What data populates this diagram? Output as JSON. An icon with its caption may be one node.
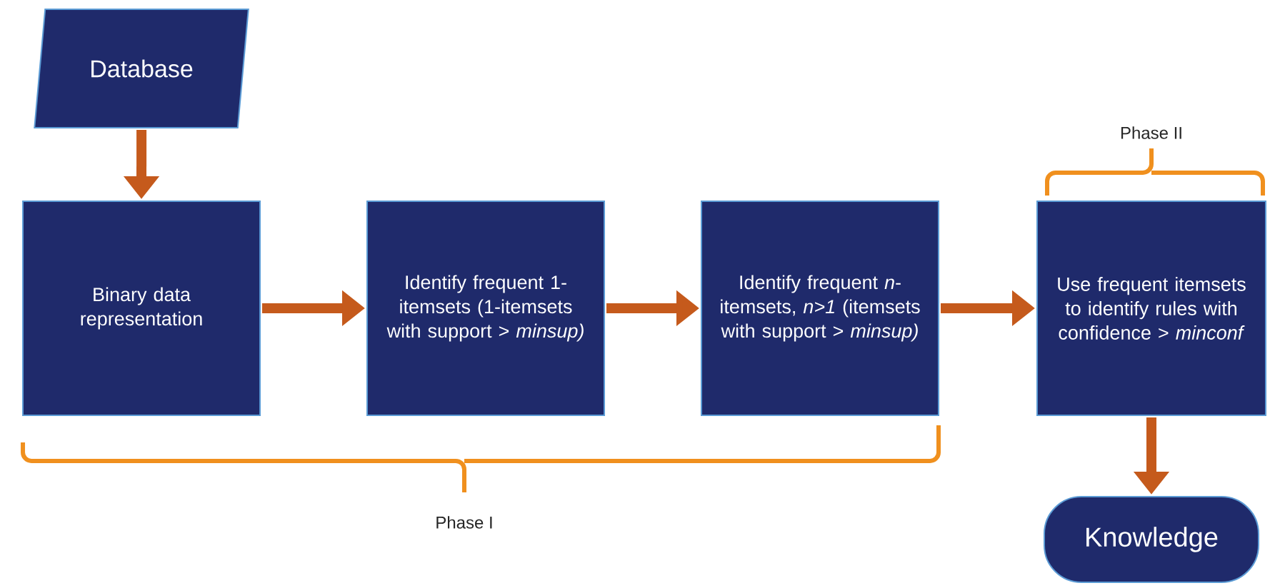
{
  "diagram": {
    "nodes": [
      {
        "text": [
          "Database"
        ]
      },
      {
        "text": [
          "Binary data representation"
        ]
      },
      {
        "text": [
          "Identify frequent 1-itemsets (1-itemsets with support > *minsup)*"
        ]
      },
      {
        "text": [
          "Identify frequent *n*-itemsets, *n>1* (itemsets with support > *minsup)*"
        ]
      },
      {
        "text": [
          "Use frequent itemsets to identify rules with confidence > *minconf*"
        ]
      },
      {
        "text": [
          "Knowledge"
        ]
      }
    ],
    "edges": [
      {
        "from": 0,
        "to": 1,
        "arrow": "to"
      },
      {
        "from": 1,
        "to": 2,
        "arrow": "to"
      },
      {
        "from": 2,
        "to": 3,
        "arrow": "to"
      },
      {
        "from": 3,
        "to": 4,
        "arrow": "to"
      },
      {
        "from": 4,
        "to": 5,
        "arrow": "to"
      }
    ],
    "labels": [
      "Phase II",
      "Phase I"
    ]
  }
}
